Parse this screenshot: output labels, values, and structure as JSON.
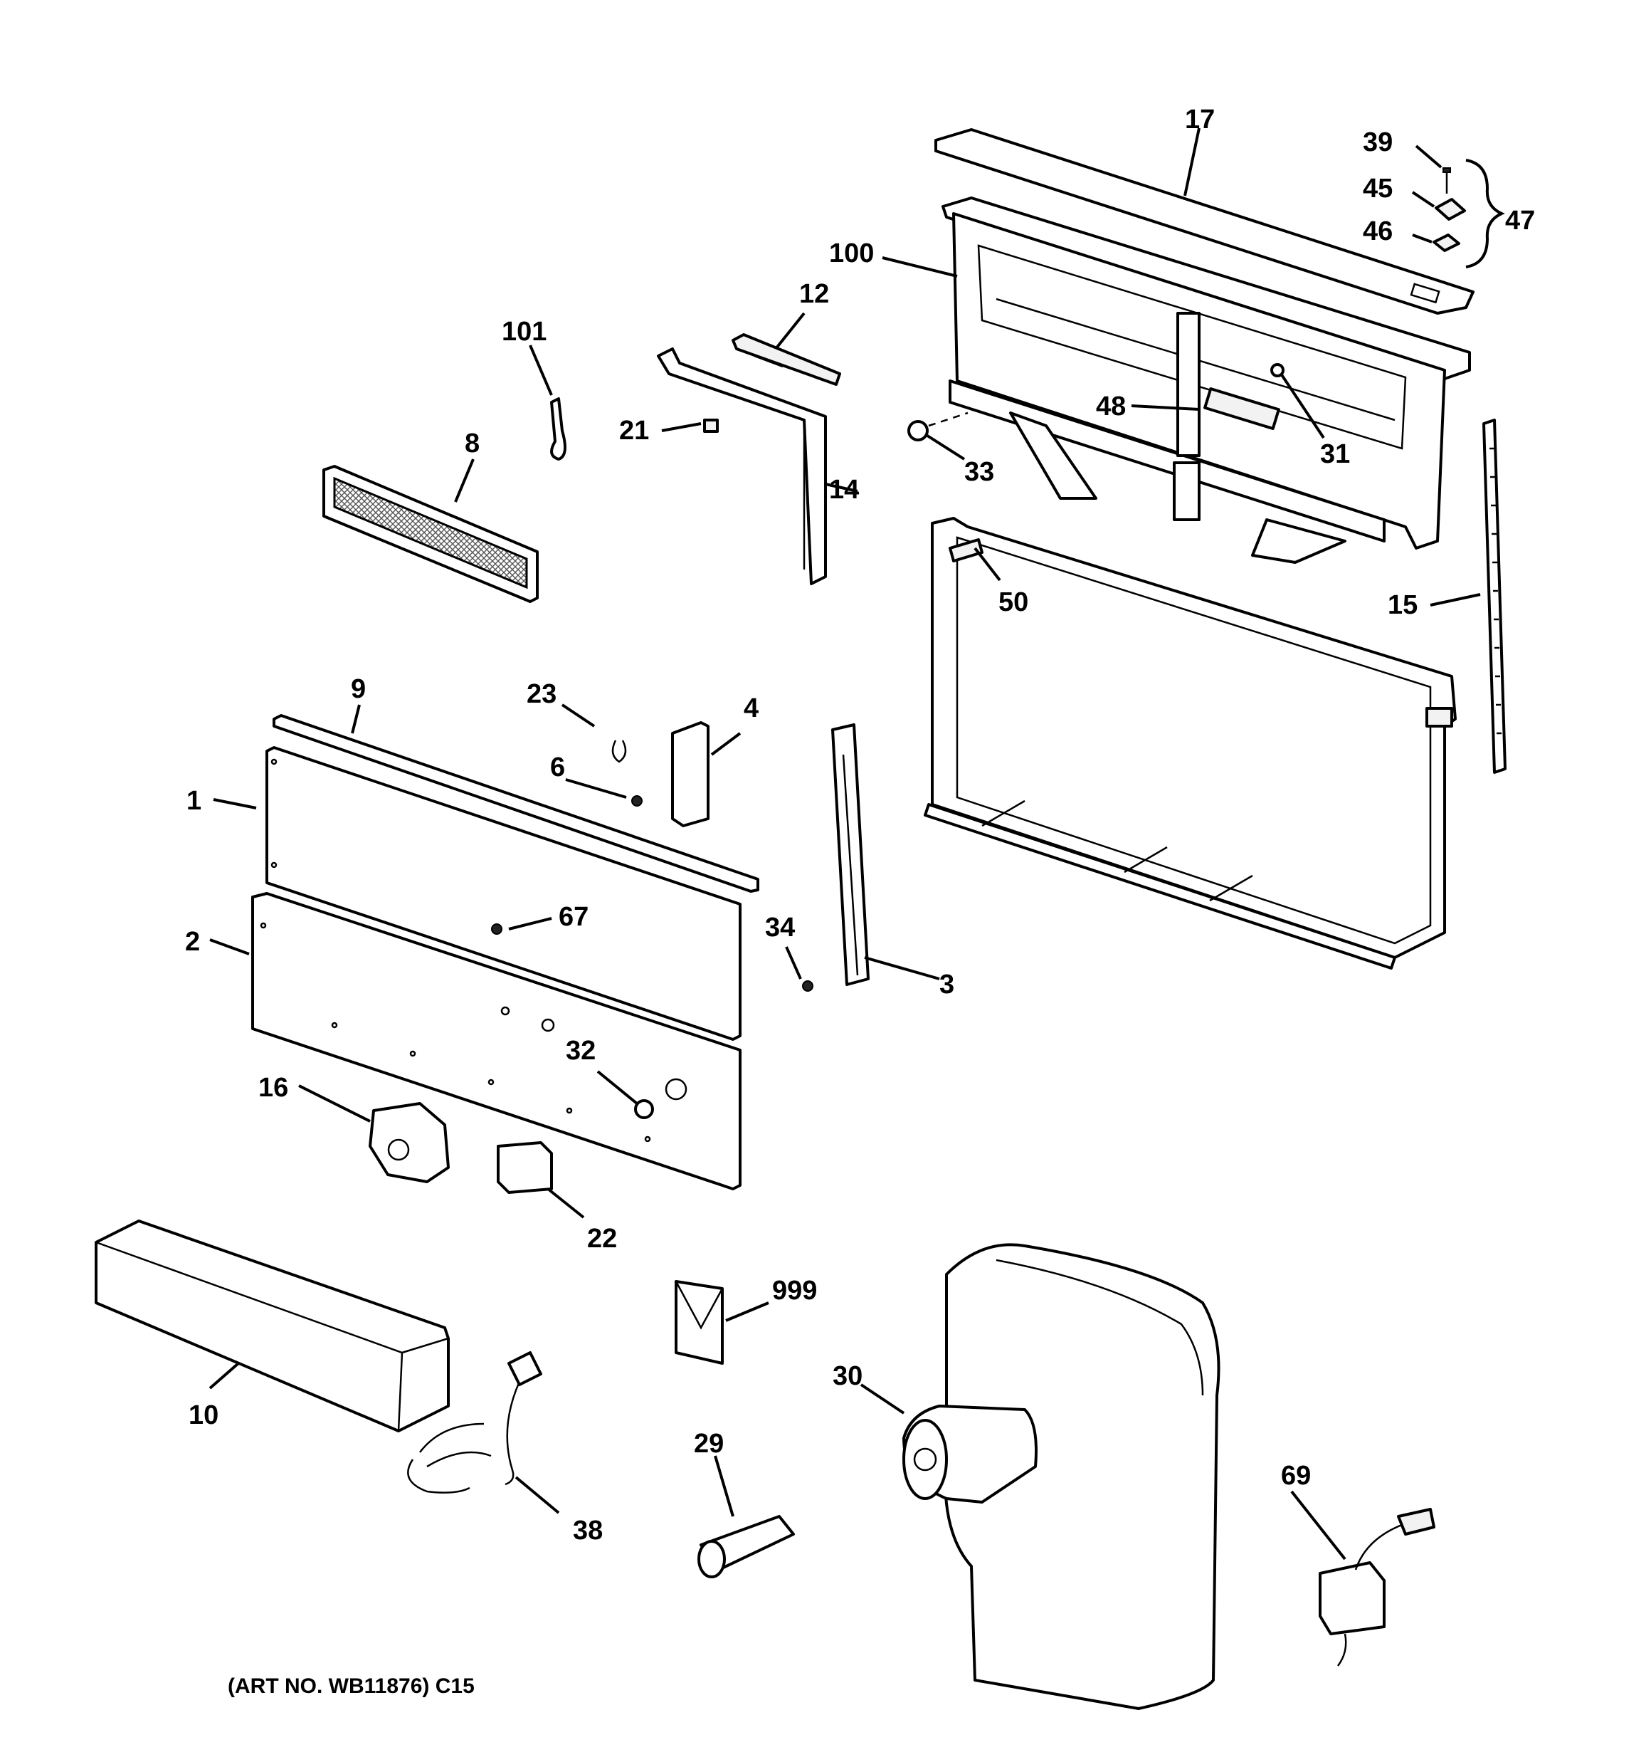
{
  "diagram": {
    "callouts": {
      "c17": "17",
      "c39": "39",
      "c45": "45",
      "c46": "46",
      "c47": "47",
      "c100": "100",
      "c12": "12",
      "c101": "101",
      "c21": "21",
      "c14": "14",
      "c8": "8",
      "c48": "48",
      "c31": "31",
      "c33": "33",
      "c50": "50",
      "c15": "15",
      "c9": "9",
      "c23": "23",
      "c4": "4",
      "c6": "6",
      "c1": "1",
      "c2": "2",
      "c67": "67",
      "c34": "34",
      "c3": "3",
      "c32": "32",
      "c16": "16",
      "c22": "22",
      "c10": "10",
      "c999": "999",
      "c30": "30",
      "c29": "29",
      "c38": "38",
      "c69": "69"
    },
    "art_number": "(ART NO. WB11876) C15"
  }
}
